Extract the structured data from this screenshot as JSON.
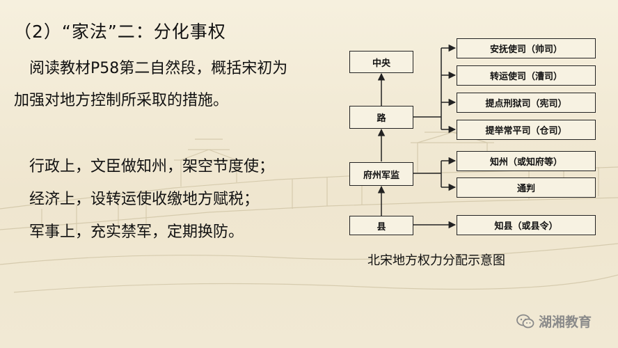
{
  "slide": {
    "title": "（2）“家法”二：分化事权",
    "instruction_line1": "阅读教材P58第二自然段，概括宋初为",
    "instruction_line2": "加强对地方控制所采取的措施。",
    "measures": [
      "行政上，文臣做知州，架空节度使；",
      "经济上，设转运使收缴地方赋税；",
      "军事上，充实禁军，定期换防。"
    ]
  },
  "diagram": {
    "caption": "北宋地方权力分配示意图",
    "levels": {
      "central": "中央",
      "lu": "路",
      "fuzhou": "府州军监",
      "county": "县"
    },
    "lu_offices": [
      "安抚使司（帅司）",
      "转运使司（漕司）",
      "提点刑狱司（宪司）",
      "提举常平司（仓司）"
    ],
    "fuzhou_officials": [
      "知州（或知府等）",
      "通判"
    ],
    "county_official": "知县（或县令）"
  },
  "watermark": {
    "text": "湖湘教育",
    "icon": "wechat-icon"
  }
}
